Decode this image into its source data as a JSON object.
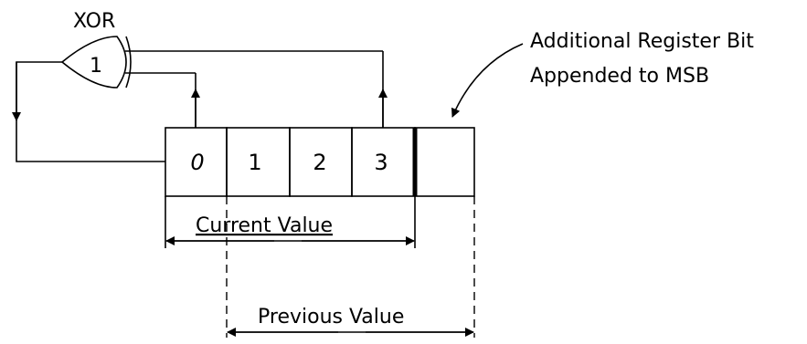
{
  "gate": {
    "type_label": "XOR",
    "symbol": "1"
  },
  "register": {
    "cells": [
      "0",
      "1",
      "2",
      "3"
    ],
    "extra_cell": ""
  },
  "annotation": {
    "line1": "Additional Register Bit",
    "line2": "Appended to MSB"
  },
  "spans": {
    "current": "Current Value",
    "previous": "Previous Value"
  }
}
